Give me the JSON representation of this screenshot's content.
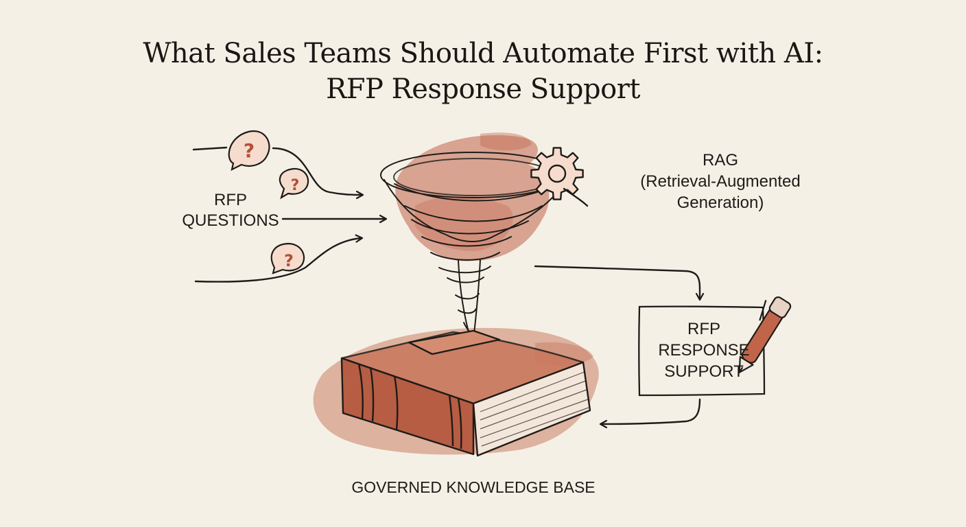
{
  "title": {
    "line1": "What Sales Teams Should Automate First with AI:",
    "line2": "RFP Response Support"
  },
  "nodes": {
    "rfp_questions": {
      "line1": "RFP",
      "line2": "QUESTIONS",
      "icon": "question-bubble-icon"
    },
    "rag": {
      "line1": "RAG",
      "line2": "(Retrieval-Augmented",
      "line3": "Generation)",
      "icon": "gear-icon"
    },
    "funnel": {
      "icon": "funnel-tornado-icon"
    },
    "response": {
      "line1": "RFP",
      "line2": "RESPONSE",
      "line3": "SUPPORT",
      "icon": "pen-icon"
    },
    "knowledge_base": {
      "label": "GOVERNED KNOWLEDGE BASE",
      "icon": "book-icon"
    }
  },
  "colors": {
    "paper": "#f5f0e6",
    "ink": "#1e1b18",
    "terracotta": "#c0654a",
    "bubble_fill": "#f6dccd"
  }
}
